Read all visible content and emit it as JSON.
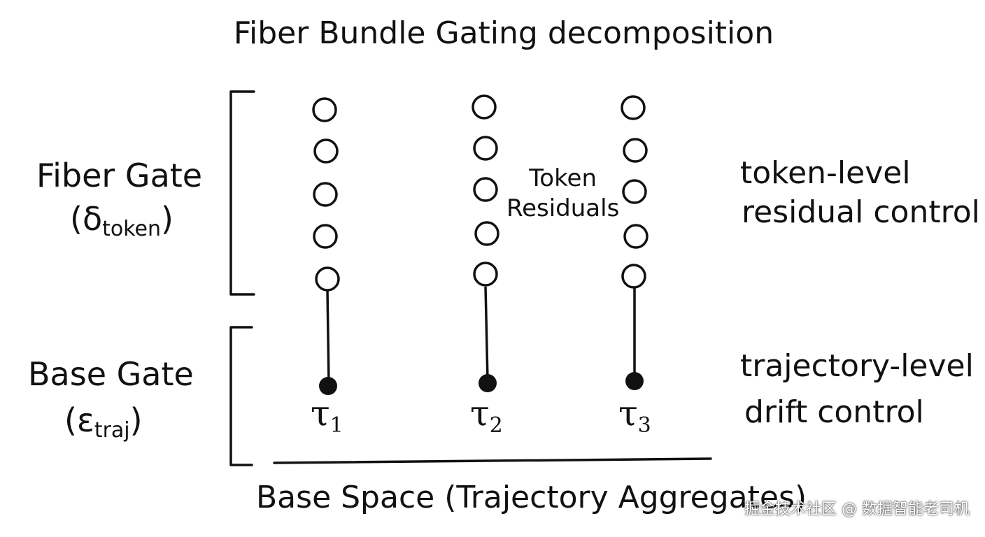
{
  "title": "Fiber Bundle Gating decomposition",
  "fiber_gate": {
    "label": "Fiber Gate",
    "symbol": "δ",
    "subscript": "token"
  },
  "base_gate": {
    "label": "Base Gate",
    "symbol": "ε",
    "subscript": "traj"
  },
  "residual_note": {
    "line1": "Token",
    "line2": "Residuals"
  },
  "token_level": {
    "line1": "token-level",
    "line2": "residual control"
  },
  "trajectory_level": {
    "line1": "trajectory-level",
    "line2": "drift control"
  },
  "trajectories": [
    {
      "symbol": "τ",
      "index": "1"
    },
    {
      "symbol": "τ",
      "index": "2"
    },
    {
      "symbol": "τ",
      "index": "3"
    }
  ],
  "axis_label": "Base Space (Trajectory Aggregates)",
  "watermark": "掘金技术社区 @ 数据智能老司机",
  "colors": {
    "ink": "#111111",
    "background": "#ffffff"
  }
}
